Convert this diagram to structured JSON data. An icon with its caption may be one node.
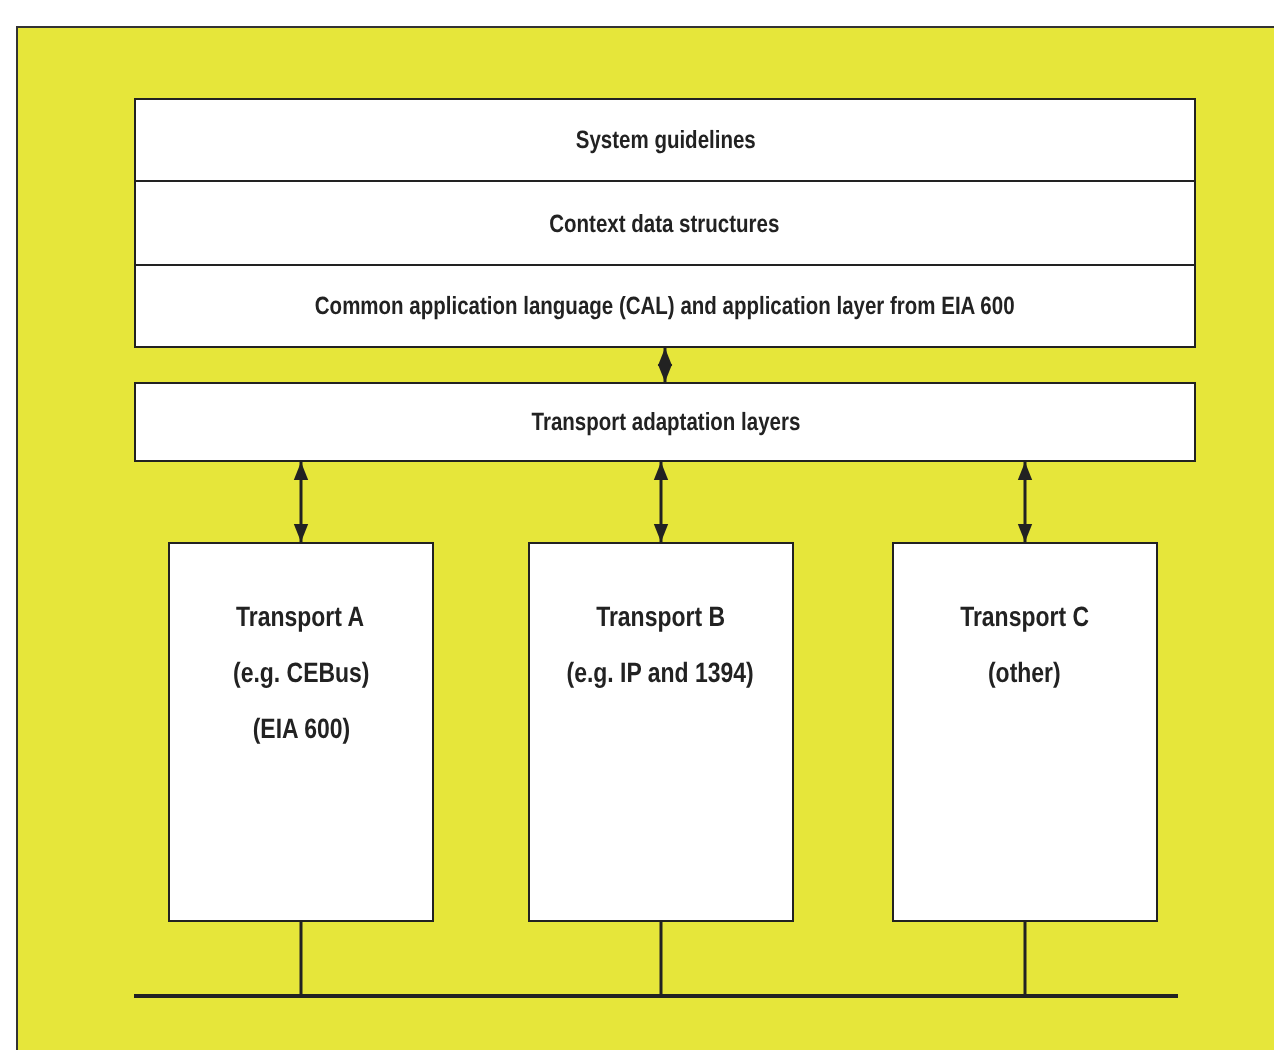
{
  "diagram": {
    "nodes": [
      {
        "text": [
          "System guidelines"
        ]
      },
      {
        "text": [
          "Context data structures"
        ]
      },
      {
        "text": [
          "Common application language (CAL) and application layer from EIA 600"
        ]
      },
      {
        "text": [
          "Transport adaptation layers"
        ]
      },
      {
        "text": [
          "Transport A",
          "(e.g. CEBus)",
          "(EIA 600)"
        ]
      },
      {
        "text": [
          "Transport B",
          "(e.g. IP and 1394)"
        ]
      },
      {
        "text": [
          "Transport C",
          "(other)"
        ]
      },
      {
        "text": [],
        "shape": "bar"
      }
    ],
    "edges": [
      {
        "from": 2,
        "to": 3,
        "arrow": "both"
      },
      {
        "from": 3,
        "to": 4,
        "arrow": "both"
      },
      {
        "from": 3,
        "to": 5,
        "arrow": "both"
      },
      {
        "from": 3,
        "to": 6,
        "arrow": "both"
      },
      {
        "from": 4,
        "to": 7,
        "arrow": "none"
      },
      {
        "from": 5,
        "to": 7,
        "arrow": "none"
      },
      {
        "from": 6,
        "to": 7,
        "arrow": "none"
      }
    ]
  }
}
